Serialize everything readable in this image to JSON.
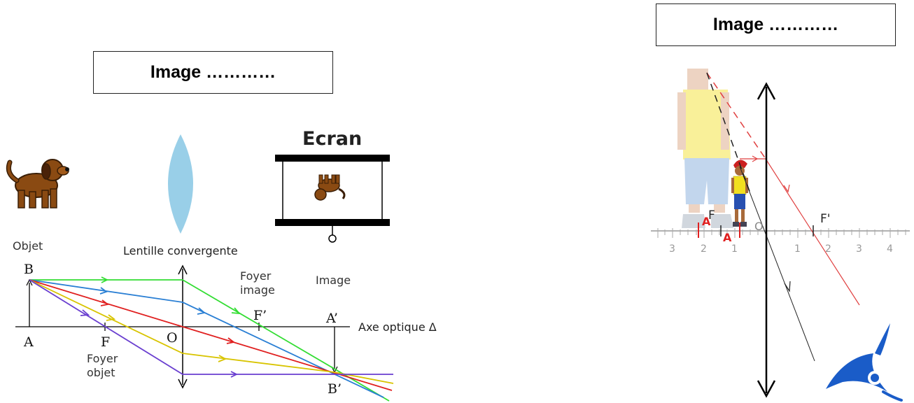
{
  "left_panel": {
    "title_box": "Image …………",
    "screen_label": "Ecran",
    "object_label": "Objet",
    "lens_label": "Lentille convergente",
    "image_focus_label_1": "Foyer",
    "image_focus_label_2": "image",
    "image_label": "Image",
    "point_B": "B",
    "point_A": "A",
    "point_F": "F",
    "point_O": "O",
    "point_F_prime": "F’",
    "point_A_prime": "A’",
    "point_B_prime": "B’",
    "axis_label": "Axe optique Δ",
    "object_focus_label_1": "Foyer",
    "object_focus_label_2": "objet",
    "ray_colors": [
      "#33dd33",
      "#2a7fd4",
      "#e02020",
      "#d8c400",
      "#6a3fd0"
    ]
  },
  "right_panel": {
    "title_box": "Image …………",
    "label_F": "F",
    "label_F_prime": "F'",
    "label_O": "O",
    "label_A_object": "A",
    "label_A_image": "A",
    "axis_ticks": [
      "3",
      "2",
      "1",
      "1",
      "2",
      "3",
      "4"
    ],
    "eye_color": "#1a5cc8",
    "ray_color": "#e04040"
  }
}
